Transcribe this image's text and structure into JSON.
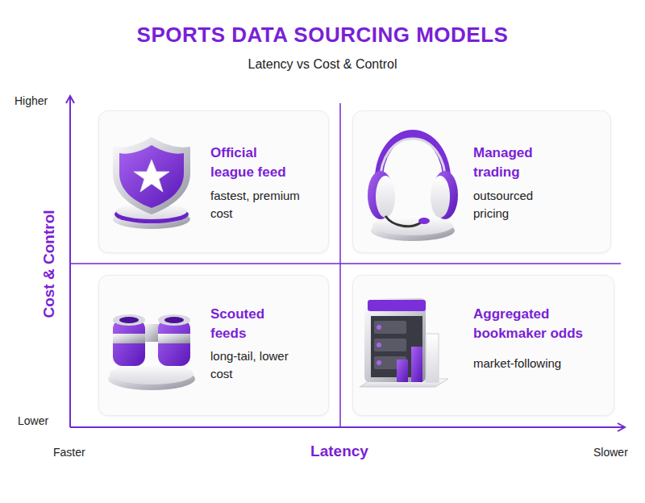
{
  "diagram": {
    "title": "SPORTS DATA SOURCING MODELS",
    "nodes": [
      {
        "text": [
          "Official league feed",
          "fastest, premium cost"
        ]
      },
      {
        "text": [
          "Managed trading",
          "outsourced pricing"
        ]
      },
      {
        "text": [
          "Scouted feeds",
          "long-tail, lower cost"
        ]
      },
      {
        "text": [
          "Aggregated bookmaker odds",
          "market-following"
        ]
      }
    ],
    "labels": [
      "Latency vs Cost & Control",
      "Higher",
      "Lower",
      "Faster",
      "Slower",
      "Latency",
      "Cost & Control"
    ]
  }
}
